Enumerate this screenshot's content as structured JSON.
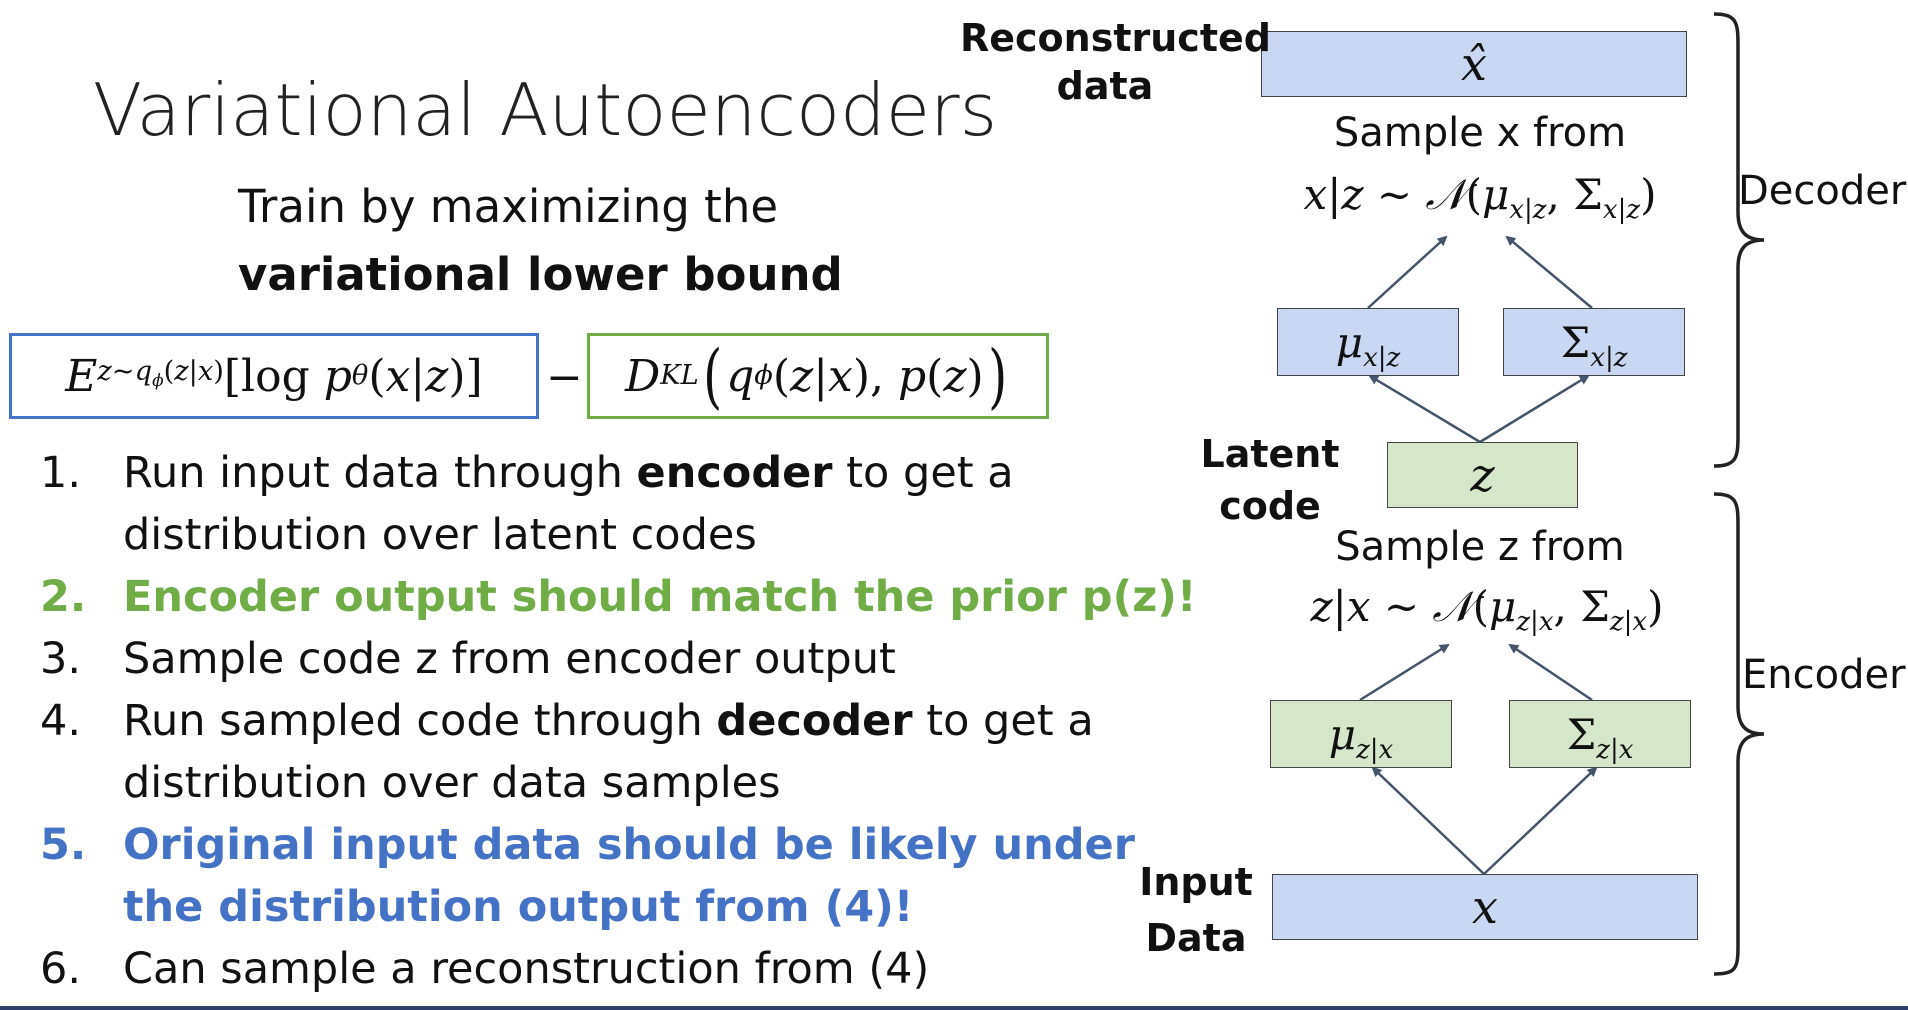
{
  "slide": {
    "title": "Variational Autoencoders",
    "subtitle_line1": "Train by maximizing the",
    "subtitle_line2": "variational lower bound"
  },
  "equation": {
    "expectation_term": "E_{z~qφ(z|x)}[log pθ(x|z)]",
    "operator": "−",
    "kl_term": "D_KL(qφ(z|x), p(z))"
  },
  "steps": [
    {
      "number": "1.",
      "parts": [
        "Run input data through ",
        "encoder",
        " to get a"
      ],
      "line2": "distribution over latent codes",
      "style": "normal"
    },
    {
      "number": "2.",
      "text": "Encoder output should match the prior p(z)!",
      "style": "green"
    },
    {
      "number": "3.",
      "text": "Sample code z from encoder output",
      "style": "normal"
    },
    {
      "number": "4.",
      "parts": [
        "Run sampled code through ",
        "decoder",
        " to get a"
      ],
      "line2": "distribution over data samples",
      "style": "normal"
    },
    {
      "number": "5.",
      "text": "Original input data should be likely under",
      "line2": "the distribution output from (4)!",
      "style": "blue"
    },
    {
      "number": "6.",
      "text": "Can sample a reconstruction from (4)",
      "style": "normal"
    }
  ],
  "diagram": {
    "labels": {
      "reconstructed_line1": "Reconstructed",
      "reconstructed_line2": "data",
      "latent_line1": "Latent",
      "latent_line2": "code",
      "input_line1": "Input",
      "input_line2": "Data",
      "decoder": "Decoder",
      "encoder": "Encoder"
    },
    "sample_x_text": "Sample x from",
    "sample_z_text": "Sample z from",
    "nodes": {
      "x_hat": "x̂",
      "mu_x_given_z": "μx|z",
      "sigma_x_given_z": "Σx|z",
      "z": "z",
      "mu_z_given_x": "μz|x",
      "sigma_z_given_x": "Σz|x",
      "x": "x"
    },
    "formulas": {
      "decoder_sampling": "x|z ~ N(μx|z, Σx|z)",
      "encoder_sampling": "z|x ~ N(μz|x, Σz|x)"
    },
    "colors": {
      "blue_node": "#c9d7f2",
      "green_node": "#d5e6ca",
      "arrow": "#44546a",
      "expectation_border": "#4472c4",
      "kl_border": "#70ad47"
    }
  }
}
